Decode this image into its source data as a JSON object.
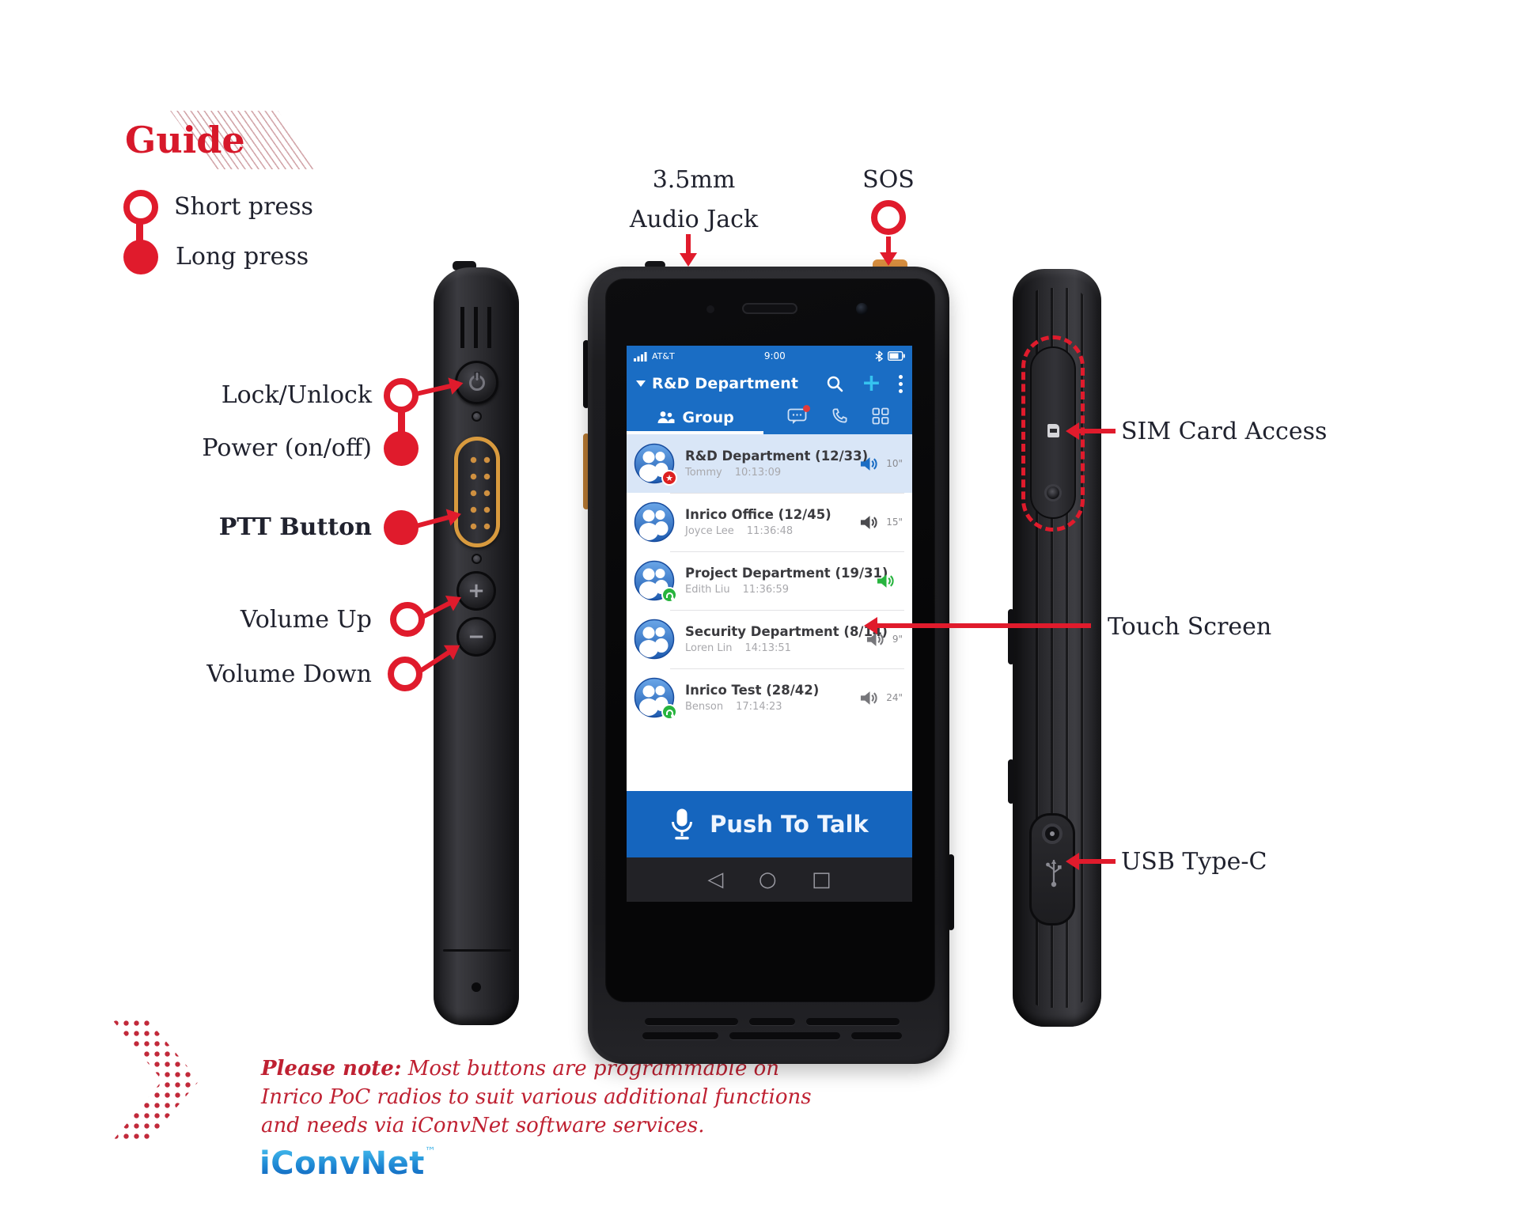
{
  "guide": {
    "title": "Guide",
    "legend": {
      "short_label": "Short press",
      "long_label": "Long press"
    }
  },
  "labels": {
    "lock_unlock": "Lock/Unlock",
    "power": "Power (on/off)",
    "ptt": "PTT Button",
    "volume_up": "Volume Up",
    "volume_down": "Volume Down",
    "audio_jack_line1": "3.5mm",
    "audio_jack_line2": "Audio Jack",
    "sos": "SOS",
    "sim": "SIM Card Access",
    "touch_screen": "Touch Screen",
    "usb": "USB Type-C"
  },
  "phone_screen": {
    "status": {
      "carrier": "AT&T",
      "time": "9:00"
    },
    "header": {
      "channel": "R&D Department"
    },
    "tabs": {
      "group": "Group"
    },
    "groups": [
      {
        "name": "R&D Department (12/33)",
        "user": "Tommy",
        "time": "10:13:09",
        "duration": "10\""
      },
      {
        "name": "Inrico Office (12/45)",
        "user": "Joyce Lee",
        "time": "11:36:48",
        "duration": "15\""
      },
      {
        "name": "Project Department (19/31)",
        "user": "Edith Liu",
        "time": "11:36:59",
        "duration": ""
      },
      {
        "name": "Security Department (8/14)",
        "user": "Loren Lin",
        "time": "14:13:51",
        "duration": "9\""
      },
      {
        "name": "Inrico Test (28/42)",
        "user": "Benson",
        "time": "17:14:23",
        "duration": "24\""
      }
    ],
    "ptt": "Push To Talk"
  },
  "hardware": {
    "volume_plus": "+",
    "volume_minus": "−"
  },
  "nav": {
    "back": "◁",
    "home": "○",
    "recents": "□"
  },
  "icons": {
    "add_glyph": "+",
    "star_glyph": "★"
  },
  "note": {
    "prefix": "Please note:",
    "line1": " Most buttons are programmable on",
    "line2": "Inrico PoC radios to suit various additional functions",
    "line3": "and needs via iConvNet software services."
  },
  "brand": {
    "logo": "iConvNet",
    "tm": "™"
  },
  "colors": {
    "accent_red": "#e01b2c",
    "title_red": "#d7182a",
    "note_red": "#bf2132",
    "ui_blue": "#1a6dc4",
    "ptt_bar_blue": "#1565be",
    "active_row_blue": "#d9e6f7",
    "green_speaker": "#27b43e",
    "ptt_hw_orange": "#d89a3e"
  }
}
